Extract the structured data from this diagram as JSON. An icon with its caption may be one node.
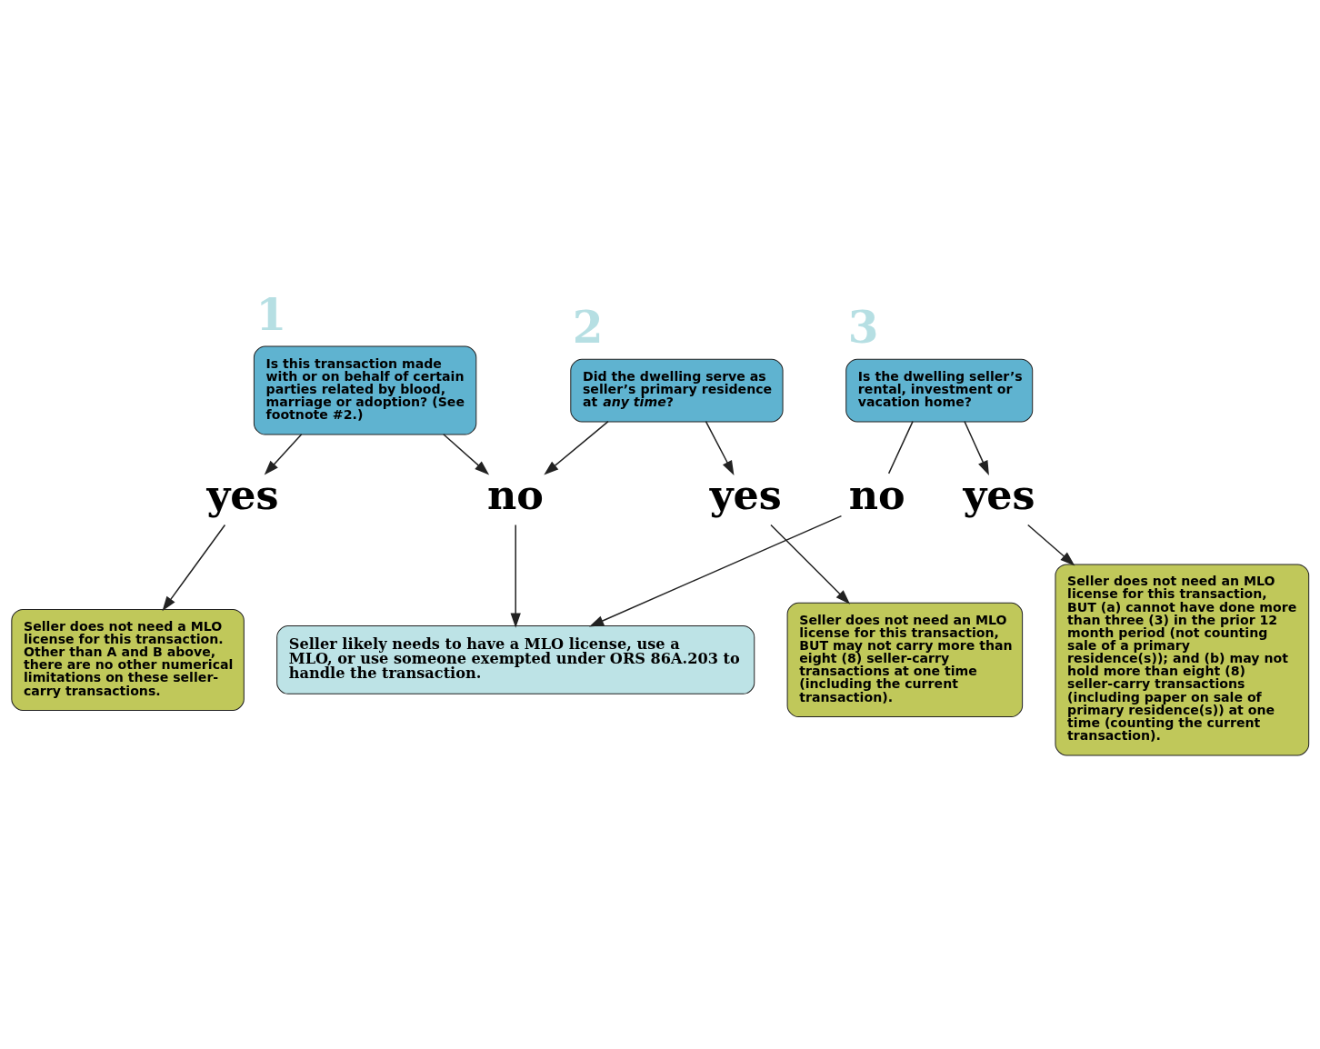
{
  "diagram": {
    "nodes": [
      {
        "text": [
          "Is this transaction made with or on behalf of certain parties related by blood, marriage or adoption? (See footnote #2.)"
        ],
        "beside": [
          "1"
        ]
      },
      {
        "text": [
          "Did the dwelling serve as seller’s primary residence at *any time*?"
        ],
        "beside": [
          "2"
        ]
      },
      {
        "text": [
          "Is the dwelling seller’s rental, investment or vacation home?"
        ],
        "beside": [
          "3"
        ]
      },
      {
        "text": [
          "yes"
        ]
      },
      {
        "text": [
          "no"
        ]
      },
      {
        "text": [
          "yes"
        ]
      },
      {
        "text": [
          "no"
        ]
      },
      {
        "text": [
          "yes"
        ]
      },
      {
        "text": [
          "Seller does not need a MLO license for this transaction. Other than A and B above, there are no other numerical limitations on these seller-carry transactions."
        ]
      },
      {
        "text": [
          "Seller does not need an MLO license for this transaction, BUT may not carry more than eight (8) seller-carry transactions at one time (including the current transaction)."
        ]
      },
      {
        "text": [
          "Seller does not need an MLO license for this transaction, BUT (a) cannot have done more than three (3) in the prior 12 month period (not counting sale of a primary residence(s)); and (b) may not hold more than eight (8) seller-carry transactions (including paper on sale of primary residence(s)) at one time (counting the current transaction)."
        ]
      },
      {
        "text": [
          "Seller likely needs to have a MLO license, use a MLO, or use someone exempted under ORS 86A.203 to handle the transaction."
        ]
      }
    ],
    "edges": [
      {
        "from": 0,
        "to": 3,
        "arrow": "to"
      },
      {
        "from": 3,
        "to": 8,
        "arrow": "to"
      },
      {
        "from": 0,
        "to": 4,
        "arrow": "to"
      },
      {
        "from": 1,
        "to": 4,
        "arrow": "to"
      },
      {
        "from": 4,
        "to": 11,
        "arrow": "to"
      },
      {
        "from": 1,
        "to": 5,
        "arrow": "to"
      },
      {
        "from": 5,
        "to": 9,
        "arrow": "to"
      },
      {
        "from": 2,
        "to": 6,
        "arrow": "none"
      },
      {
        "from": 6,
        "to": 11,
        "arrow": "to"
      },
      {
        "from": 2,
        "to": 7,
        "arrow": "to"
      },
      {
        "from": 7,
        "to": 10,
        "arrow": "to"
      }
    ]
  }
}
